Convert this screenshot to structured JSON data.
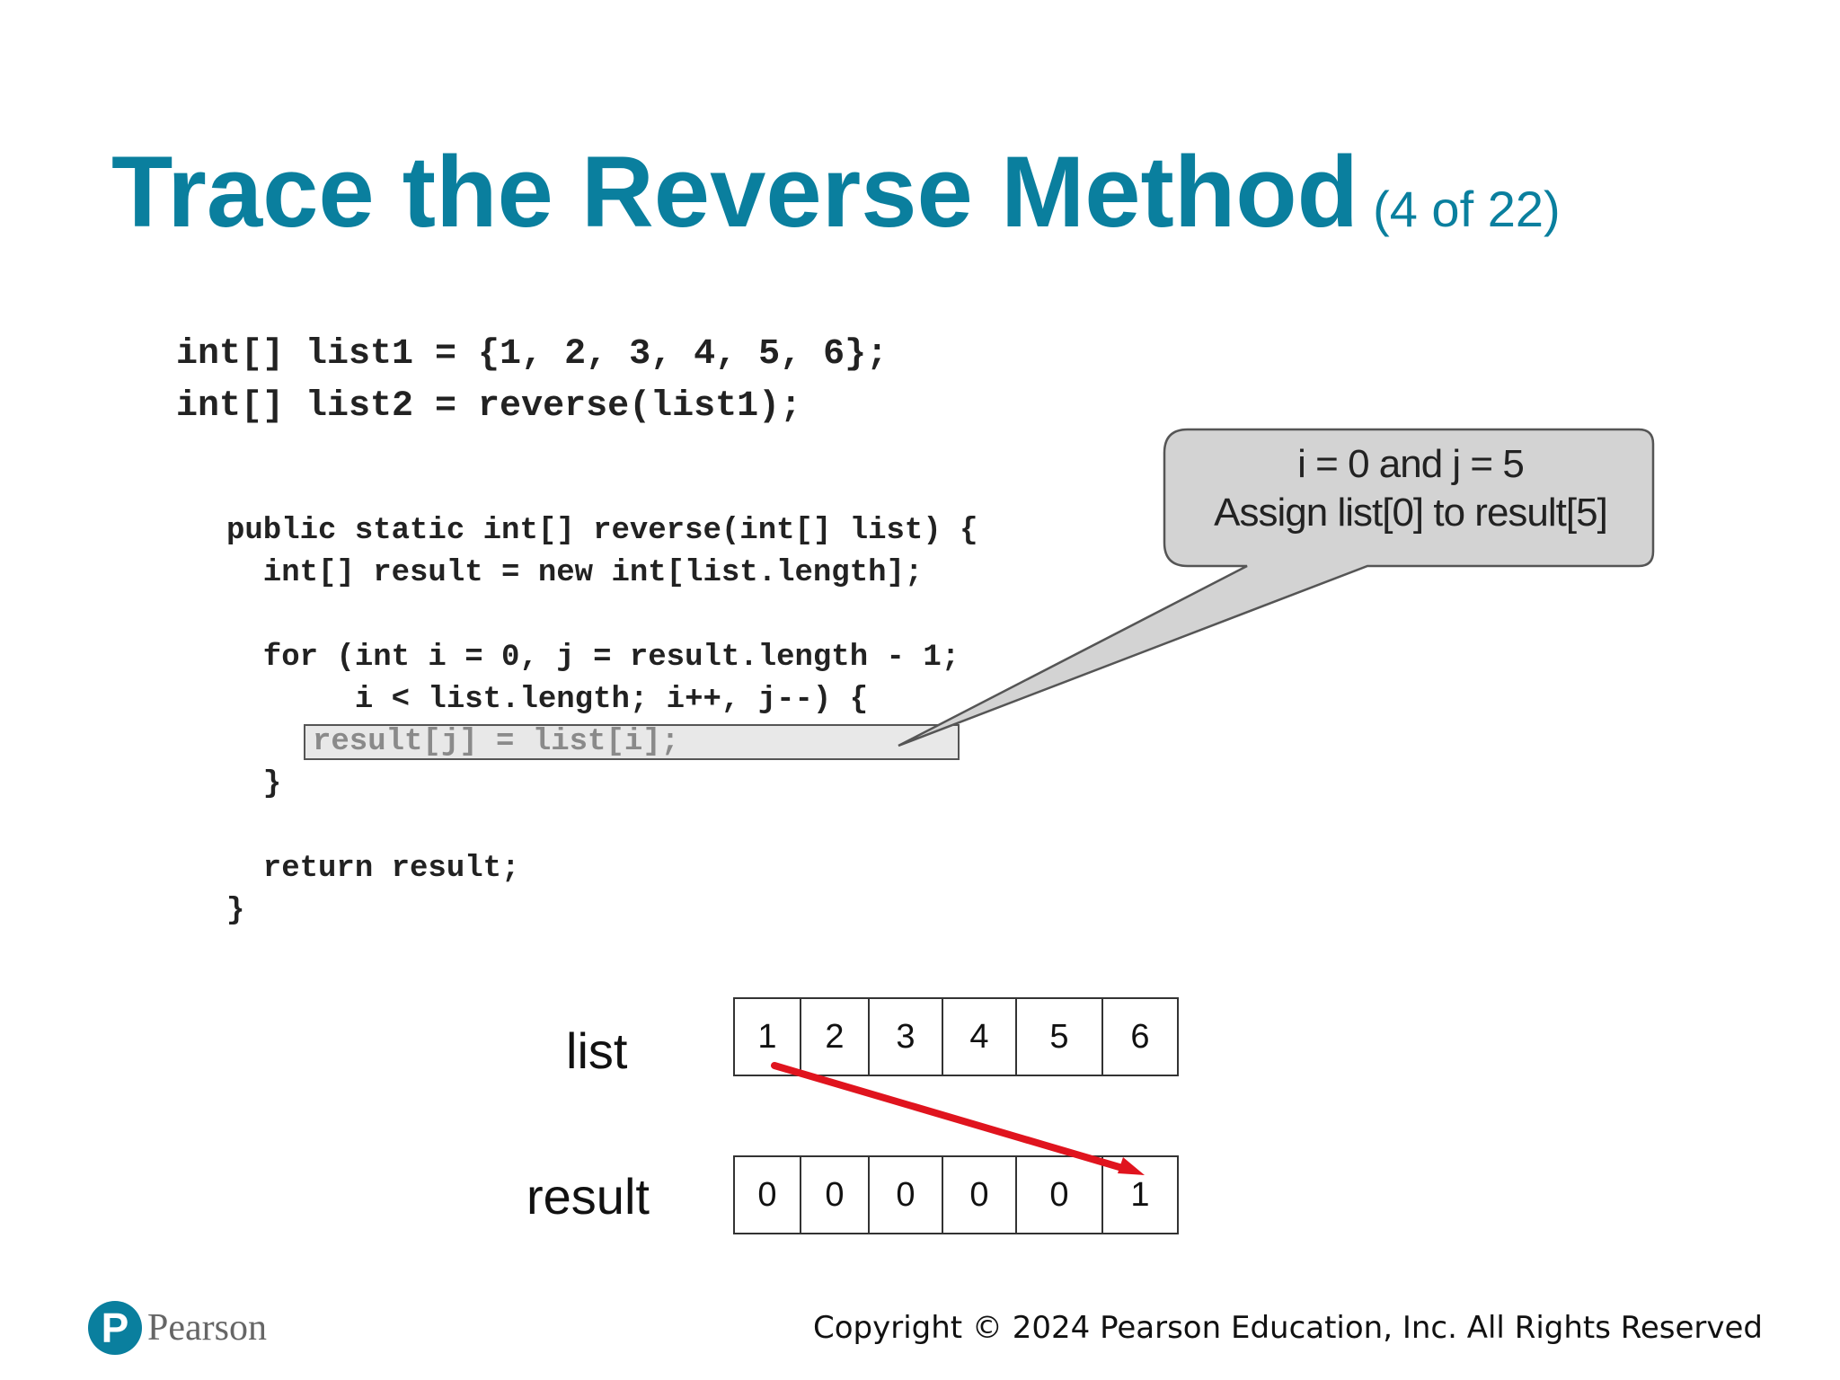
{
  "title": {
    "main": "Trace the Reverse Method",
    "sub": "(4 of 22)"
  },
  "code": {
    "top_lines": "int[] list1 = {1, 2, 3, 4, 5, 6};\nint[] list2 = reverse(list1);",
    "method_lines": "public static int[] reverse(int[] list) {\n  int[] result = new int[list.length];\n\n  for (int i = 0, j = result.length - 1;\n       i < list.length; i++, j--) {\n\n  }\n\n  return result;\n}",
    "highlighted_line": "result[j] = list[i];"
  },
  "callout": {
    "line1": "i = 0 and j = 5",
    "line2": "Assign list[0] to result[5]"
  },
  "arrays": {
    "list": {
      "label": "list",
      "cells": [
        "1",
        "2",
        "3",
        "4",
        "5",
        "6"
      ]
    },
    "result": {
      "label": "result",
      "cells": [
        "0",
        "0",
        "0",
        "0",
        "0",
        "1"
      ]
    }
  },
  "colors": {
    "title": "#0a7f9e",
    "arrow": "#e0141e",
    "callout_fill": "#d3d3d3",
    "highlight_fill": "#e8e8e8"
  },
  "footer": {
    "logo_letter": "P",
    "logo_text": "Pearson",
    "copyright": "Copyright © 2024 Pearson Education, Inc. All Rights Reserved"
  }
}
